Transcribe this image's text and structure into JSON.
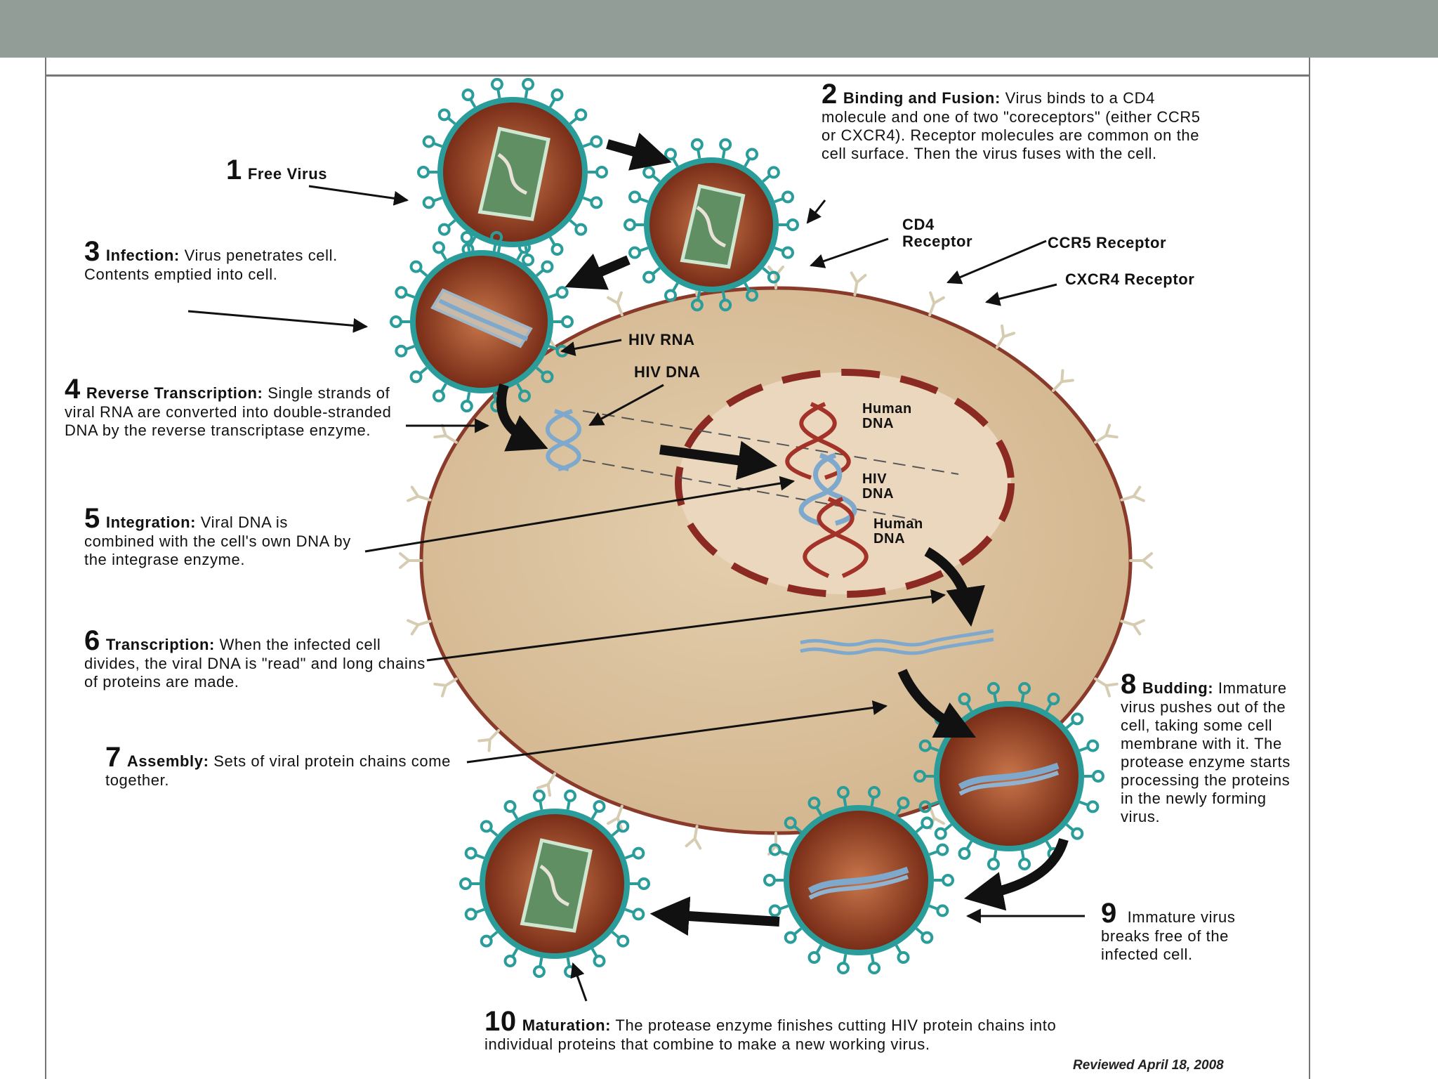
{
  "steps": {
    "s1": {
      "num": "1",
      "head": "Free Virus",
      "text": ""
    },
    "s2": {
      "num": "2",
      "head": "Binding and Fusion:",
      "text": "Virus binds to a CD4 molecule and one of two \"coreceptors\" (either CCR5 or CXCR4). Receptor molecules are common on the cell surface.  Then the virus fuses with the cell."
    },
    "s3": {
      "num": "3",
      "head": "Infection:",
      "text": "Virus penetrates cell.  Contents emptied into cell."
    },
    "s4": {
      "num": "4",
      "head": "Reverse Transcription:",
      "text": "Single strands of viral RNA are converted into double-stranded DNA by the reverse transcriptase enzyme."
    },
    "s5": {
      "num": "5",
      "head": "Integration:",
      "text": "Viral DNA is combined with the cell's own DNA by the integrase enzyme."
    },
    "s6": {
      "num": "6",
      "head": "Transcription:",
      "text": "When the infected cell divides, the viral DNA is \"read\" and long chains of proteins are made."
    },
    "s7": {
      "num": "7",
      "head": "Assembly:",
      "text": "Sets of viral protein chains come together."
    },
    "s8": {
      "num": "8",
      "head": "Budding:",
      "text": "Immature virus pushes out of the cell, taking some cell membrane with it. The protease enzyme starts processing the proteins in the newly forming virus."
    },
    "s9": {
      "num": "9",
      "head": "",
      "text": "Immature virus breaks free of the infected cell."
    },
    "s10": {
      "num": "10",
      "head": "Maturation:",
      "text": "The protease enzyme finishes  cutting HIV protein chains into individual proteins that combine to make a new working virus."
    }
  },
  "labels": {
    "cd4": "CD4 Receptor",
    "ccr5": "CCR5 Receptor",
    "cxcr4": "CXCR4 Receptor",
    "hiv_rna": "HIV RNA",
    "hiv_dna": "HIV DNA",
    "human_dna_top": "Human DNA",
    "hiv_dna_nucleus": "HIV DNA",
    "human_dna_bottom": "Human DNA"
  },
  "footer": {
    "reviewed": "Reviewed April 18, 2008"
  },
  "colors": {
    "topbar": "#939d97",
    "cell": "#d8bf9c",
    "cell_border": "#8a3a2a",
    "nucleus_dash": "#8b2a22",
    "virus_core": "#a4532f",
    "virus_ring": "#2a9d9a",
    "viral_dna": "#7fa9cc",
    "human_dna": "#a33228"
  }
}
